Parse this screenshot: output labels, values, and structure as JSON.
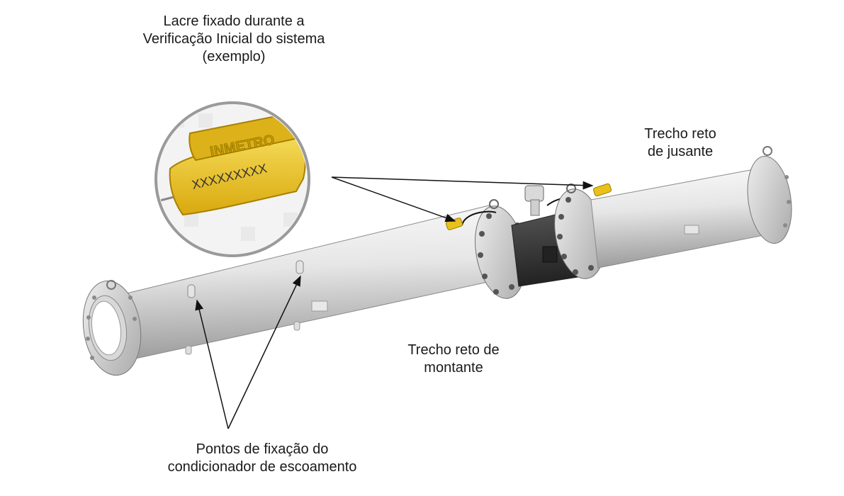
{
  "labels": {
    "seal_caption": "Lacre fixado durante a\nVerificação Inicial do sistema\n(exemplo)",
    "downstream_section": "Trecho reto\nde jusante",
    "upstream_section": "Trecho reto de\nmontante",
    "conditioner_anchor_points": "Pontos de fixação do\ncondicionador de escoamento"
  },
  "seal": {
    "stamp_text": "INMETRO",
    "serial_text": "XXXXXXXXX",
    "color": "#e8c21a"
  },
  "colors": {
    "pipe_light": "#f2f2f2",
    "pipe_mid": "#cfcfcf",
    "pipe_dark": "#9a9a9a",
    "meter_body": "#3a3a3a",
    "arrow": "#111111"
  }
}
